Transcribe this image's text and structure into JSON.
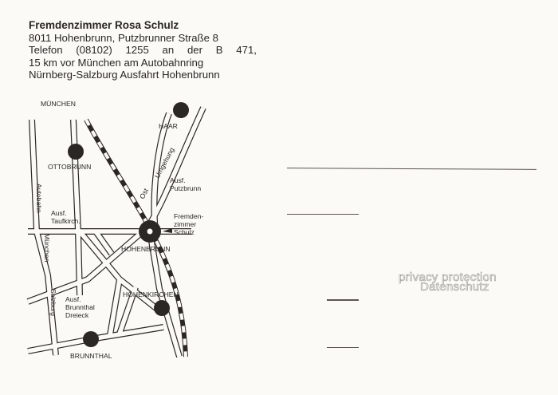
{
  "address": {
    "title": "Fremdenzimmer Rosa Schulz",
    "line1": "8011 Hohenbrunn, Putzbrunner Straße 8",
    "line2_parts": [
      "Telefon",
      "(08102)",
      "1255",
      "an",
      "der",
      "B",
      "471,"
    ],
    "line3": "15 km vor München am Autobahnring",
    "line4": "Nürnberg-Salzburg Ausfahrt Hohenbrunn"
  },
  "map": {
    "labels": {
      "muenchen": "MÜNCHEN",
      "haar": "HAAR",
      "ottobrunn": "OTTOBRUNN",
      "ost": "Ost",
      "umgehung": "Umgehung",
      "ausf_putzbrunn_1": "Ausf.",
      "ausf_putzbrunn_2": "Putzbrunn",
      "autobahn": "Autobahn",
      "ausf_taufkirch_1": "Ausf.",
      "ausf_taufkirch_2": "Taufkirch.",
      "fremden_1": "Fremden-",
      "fremden_2": "zimmer",
      "fremden_3": "Schulz",
      "hohenbrunn": "HOHENBRUNN",
      "muenchen_road": "München",
      "salzburg": "Salzburg",
      "hoehenkirchen": "HÖHENKIRCHEN",
      "ausf_brunnthal_1": "Ausf.",
      "ausf_brunnthal_2": "Brunnthal",
      "ausf_brunnthal_3": "Dreieck",
      "brunnthal": "BRUNNTHAL"
    }
  },
  "watermark": {
    "line1": "privacy protection",
    "line2": "Datenschutz"
  }
}
